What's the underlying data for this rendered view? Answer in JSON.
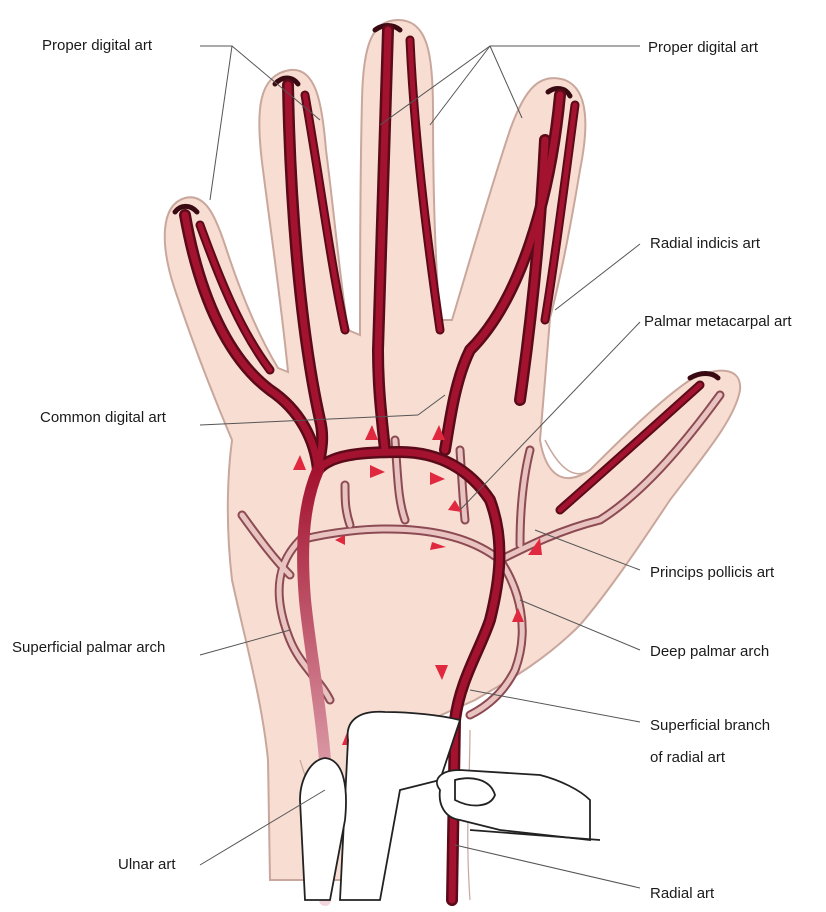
{
  "labels": {
    "proper_digital_left": "Proper digital art",
    "proper_digital_right": "Proper digital art",
    "radial_indicis": "Radial indicis art",
    "palmar_metacarpal": "Palmar metacarpal art",
    "common_digital": "Common digital art",
    "princeps_pollicis": "Princips pollicis art",
    "superficial_palmar_arch": "Superficial palmar arch",
    "deep_palmar_arch": "Deep palmar arch",
    "superficial_branch_line1": "Superficial branch",
    "superficial_branch_line2": "of radial art",
    "ulnar": "Ulnar art",
    "radial": "Radial art"
  },
  "colors": {
    "skin": "#f7ddd2",
    "skin_outline": "#c9a79c",
    "artery": "#a3122f",
    "artery_dark": "#5a0a18",
    "deep_artery": "#d9b4b0",
    "arrow": "#e0283e",
    "leader": "#555555"
  }
}
